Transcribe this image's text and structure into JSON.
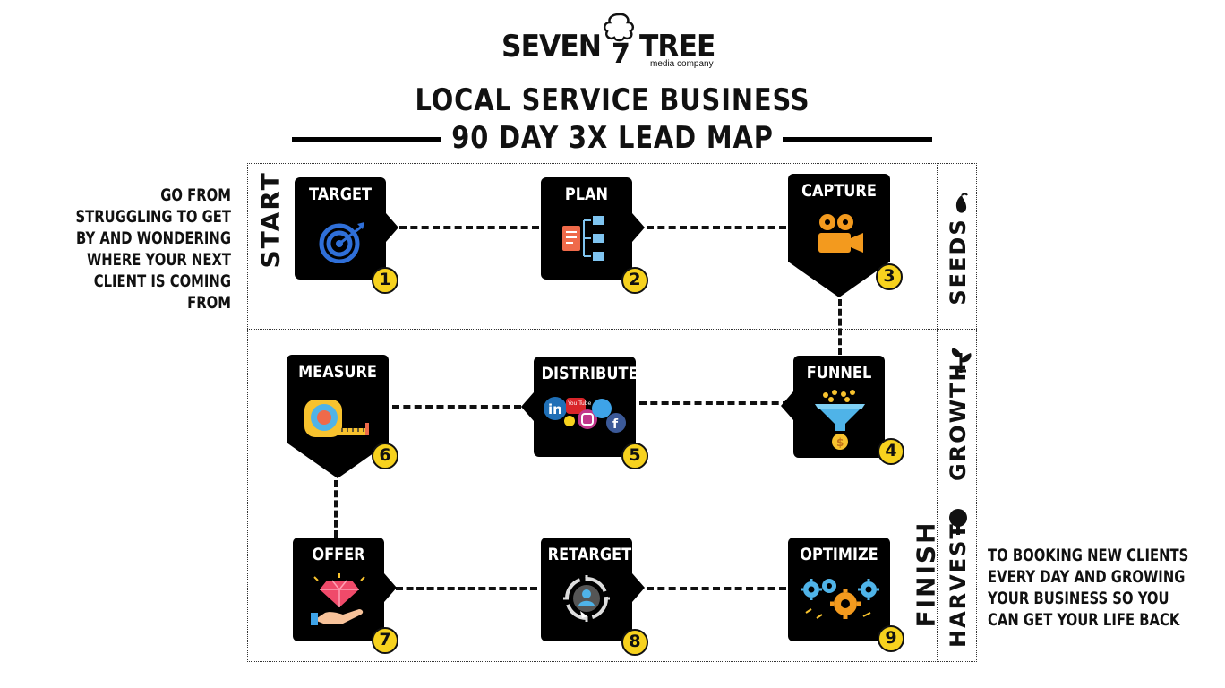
{
  "logo": {
    "left_word": "SEVEN",
    "mark": "7",
    "right_word": "TREE",
    "subtitle": "media company"
  },
  "title": {
    "line1": "LOCAL SERVICE BUSINESS",
    "line2": "90 DAY 3X LEAD MAP"
  },
  "start_text": "GO FROM STRUGGLING TO GET BY AND WONDERING WHERE YOUR NEXT CLIENT IS COMING FROM",
  "finish_text": "TO BOOKING NEW CLIENTS EVERY DAY AND GROWING YOUR BUSINESS SO YOU CAN GET YOUR LIFE BACK",
  "labels": {
    "start": "START",
    "finish": "FINISH"
  },
  "phases": [
    {
      "label": "SEEDS",
      "icon": "seed-icon"
    },
    {
      "label": "GROWTH",
      "icon": "sprout-icon"
    },
    {
      "label": "HARVEST",
      "icon": "tree-icon"
    }
  ],
  "steps": [
    {
      "number": "1",
      "title": "TARGET",
      "icon": "target-icon"
    },
    {
      "number": "2",
      "title": "PLAN",
      "icon": "plan-icon"
    },
    {
      "number": "3",
      "title": "CAPTURE",
      "icon": "camera-icon"
    },
    {
      "number": "4",
      "title": "FUNNEL",
      "icon": "funnel-icon"
    },
    {
      "number": "5",
      "title": "DISTRIBUTE",
      "icon": "social-icons"
    },
    {
      "number": "6",
      "title": "MEASURE",
      "icon": "tape-measure-icon"
    },
    {
      "number": "7",
      "title": "OFFER",
      "icon": "diamond-hand-icon"
    },
    {
      "number": "8",
      "title": "RETARGET",
      "icon": "retarget-icon"
    },
    {
      "number": "9",
      "title": "OPTIMIZE",
      "icon": "gears-icon"
    }
  ],
  "social": {
    "in": "in",
    "tube": "You Tube",
    "f": "f"
  },
  "colors": {
    "card": "#000000",
    "badge": "#f7d21e",
    "target_blue": "#2f6fd8",
    "accent_orange": "#f39a1e"
  }
}
